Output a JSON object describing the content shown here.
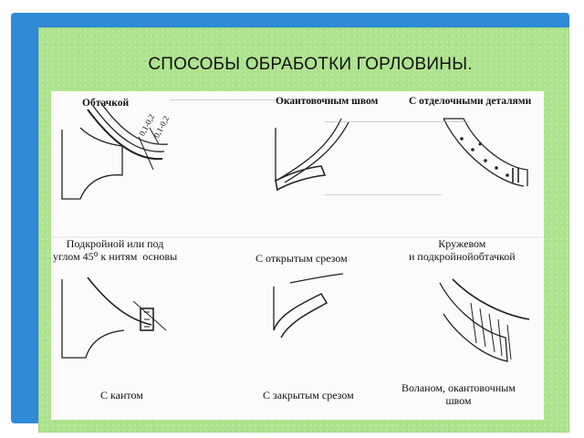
{
  "slide": {
    "title": "СПОСОБЫ ОБРАБОТКИ ГОРЛОВИНЫ.",
    "colors": {
      "frame_blue": "#2f8ad8",
      "panel_green": "#aee38e"
    }
  },
  "methods": [
    {
      "id": "obtachkoy",
      "label": "Обтачкой"
    },
    {
      "id": "okantovochnym-shvom",
      "label": "Окантовочным швом"
    },
    {
      "id": "otdelochnye-detali",
      "label": "С отделочными деталями"
    },
    {
      "id": "podkroynoy-45",
      "label": "Подкройной или под\nуглом 45⁰ к нитям  основы"
    },
    {
      "id": "otkrytym-srezom",
      "label": "С открытым срезом"
    },
    {
      "id": "kruzhevom",
      "label": "Кружевом\nи подкройнойобтачкой"
    },
    {
      "id": "kantom",
      "label": "С кантом"
    },
    {
      "id": "zakrytym-srezom",
      "label": "С закрытым срезом"
    },
    {
      "id": "volanom",
      "label": "Воланом, окантовочным\nшвом"
    }
  ],
  "dimension_labels": [
    "0,1-0,2",
    "0,1-0,2"
  ]
}
